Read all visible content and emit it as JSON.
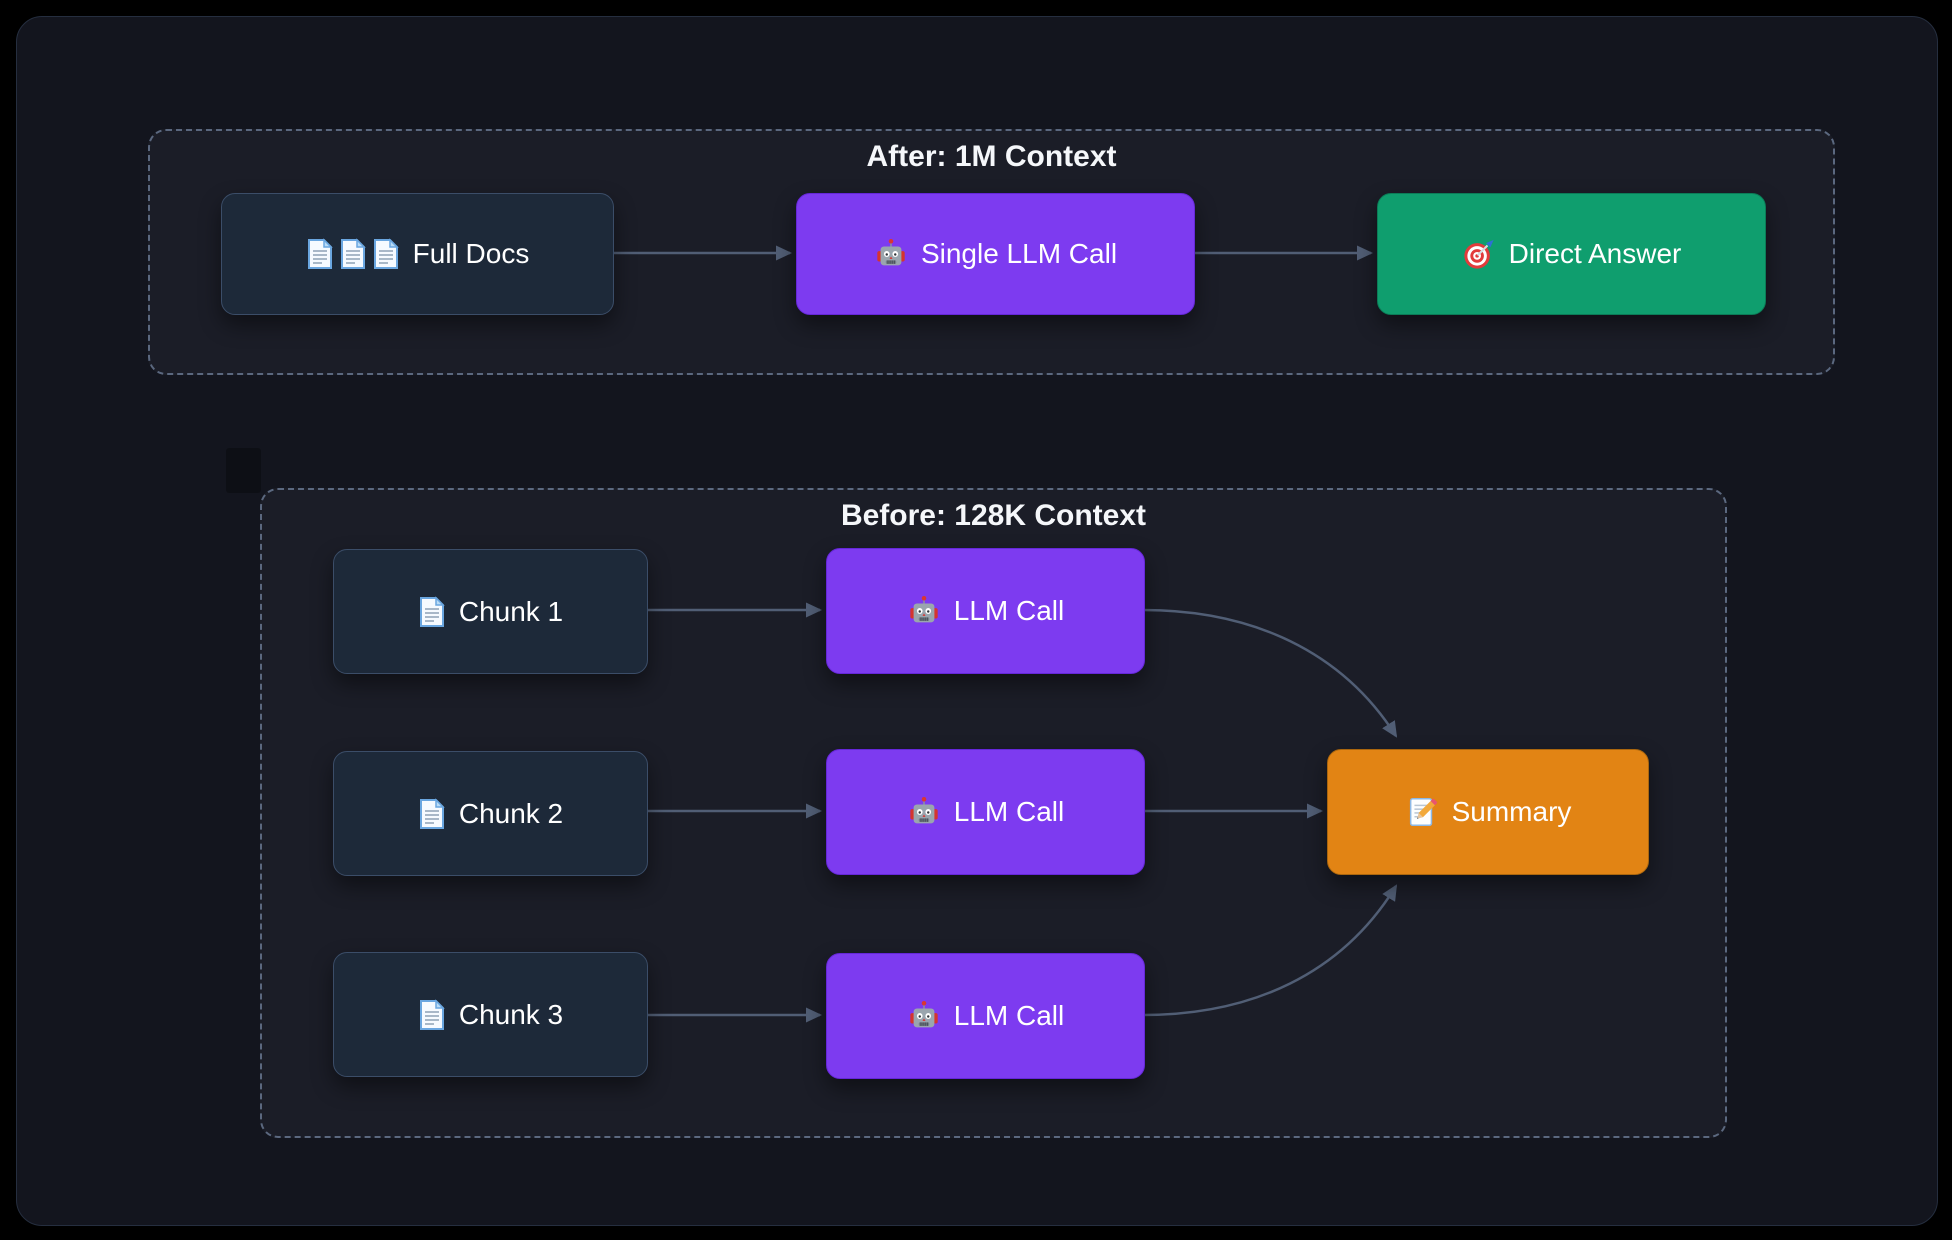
{
  "diagram": {
    "after_group": {
      "title": "After: 1M Context",
      "nodes": {
        "full_docs": {
          "label": "Full Docs",
          "icon": "documents-icon"
        },
        "single_llm_call": {
          "label": "Single LLM Call",
          "icon": "robot-icon"
        },
        "direct_answer": {
          "label": "Direct Answer",
          "icon": "target-icon"
        }
      },
      "edges": [
        {
          "from": "full_docs",
          "to": "single_llm_call"
        },
        {
          "from": "single_llm_call",
          "to": "direct_answer"
        }
      ]
    },
    "before_group": {
      "title": "Before: 128K Context",
      "nodes": {
        "chunk_1": {
          "label": "Chunk 1",
          "icon": "document-icon"
        },
        "chunk_2": {
          "label": "Chunk 2",
          "icon": "document-icon"
        },
        "chunk_3": {
          "label": "Chunk 3",
          "icon": "document-icon"
        },
        "llm_call_1": {
          "label": "LLM Call",
          "icon": "robot-icon"
        },
        "llm_call_2": {
          "label": "LLM Call",
          "icon": "robot-icon"
        },
        "llm_call_3": {
          "label": "LLM Call",
          "icon": "robot-icon"
        },
        "summary": {
          "label": "Summary",
          "icon": "memo-icon"
        }
      },
      "edges": [
        {
          "from": "chunk_1",
          "to": "llm_call_1"
        },
        {
          "from": "chunk_2",
          "to": "llm_call_2"
        },
        {
          "from": "chunk_3",
          "to": "llm_call_3"
        },
        {
          "from": "llm_call_1",
          "to": "summary"
        },
        {
          "from": "llm_call_2",
          "to": "summary"
        },
        {
          "from": "llm_call_3",
          "to": "summary"
        }
      ]
    },
    "colors": {
      "canvas_background": "#000000",
      "surface": "#13151e",
      "surface_border": "#252e3f",
      "group_border": "#5b687f",
      "doc_node_fill": "#1d2939",
      "doc_node_border": "#3b4d68",
      "llm_node_fill": "#7d3bf0",
      "answer_node_fill": "#0f9e6e",
      "summary_node_fill": "#e28414",
      "edge_color": "#4c5970",
      "text_color": "#ffffff"
    }
  }
}
